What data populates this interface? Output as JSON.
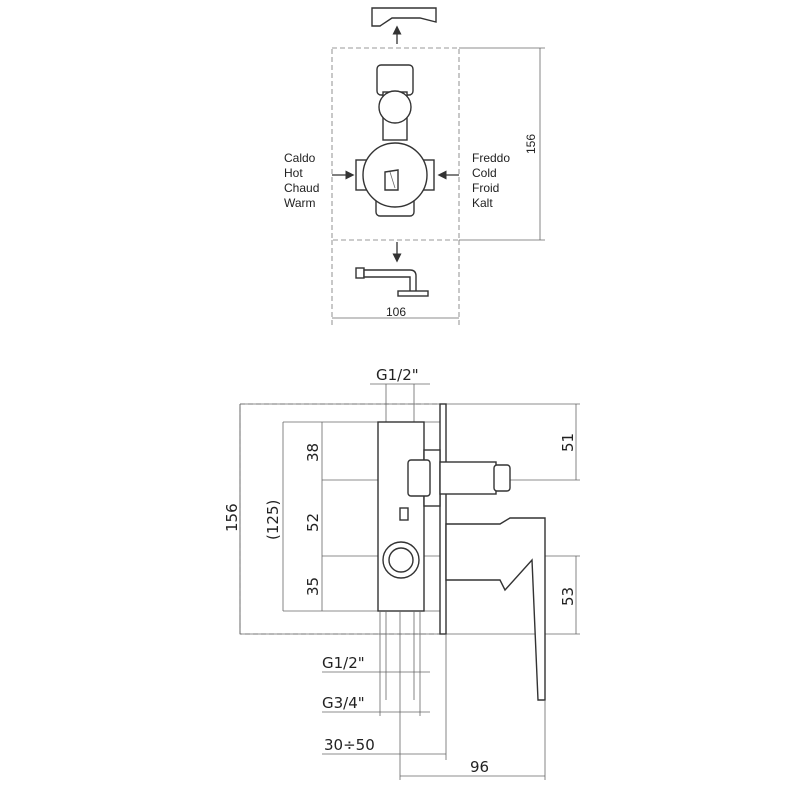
{
  "top_view": {
    "hot_labels": [
      "Caldo",
      "Hot",
      "Chaud",
      "Warm"
    ],
    "cold_labels": [
      "Freddo",
      "Cold",
      "Froid",
      "Kalt"
    ],
    "width_dim": "106",
    "height_dim": "156"
  },
  "side_view": {
    "top_thread": "G1/2\"",
    "dim_overall_height": "156",
    "dim_body_height": "(125)",
    "dim_top_segment": "38",
    "dim_mid_segment": "52",
    "dim_bottom_segment": "35",
    "dim_upper_right": "51",
    "dim_lower_right": "53",
    "bottom_thread_1": "G1/2\"",
    "bottom_thread_2": "G3/4\"",
    "dim_depth_range": "30÷50",
    "dim_projection": "96"
  }
}
